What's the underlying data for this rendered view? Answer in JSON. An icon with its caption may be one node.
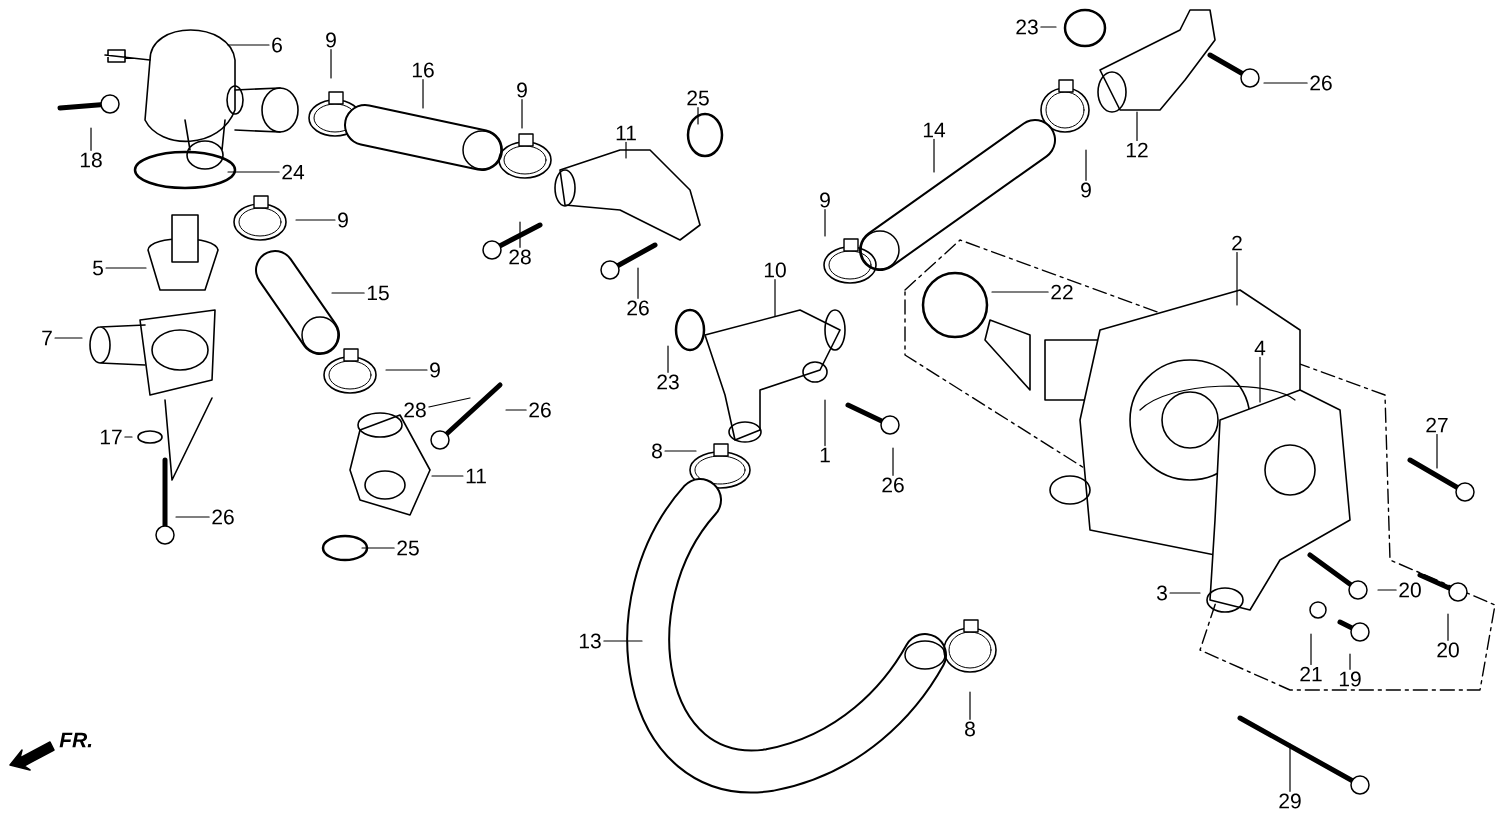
{
  "diagram": {
    "nodes": [
      {
        "text": [
          "6"
        ]
      },
      {
        "text": [
          "9"
        ]
      },
      {
        "text": [
          "16"
        ]
      },
      {
        "text": [
          "9"
        ]
      },
      {
        "text": [
          "11"
        ]
      },
      {
        "text": [
          "25"
        ]
      },
      {
        "text": [
          "23"
        ]
      },
      {
        "text": [
          "26"
        ]
      },
      {
        "text": [
          "12"
        ]
      },
      {
        "text": [
          "14"
        ]
      },
      {
        "text": [
          "9"
        ]
      },
      {
        "text": [
          "18"
        ]
      },
      {
        "text": [
          "24"
        ]
      },
      {
        "text": [
          "9"
        ]
      },
      {
        "text": [
          "5"
        ]
      },
      {
        "text": [
          "28"
        ]
      },
      {
        "text": [
          "26"
        ]
      },
      {
        "text": [
          "9"
        ]
      },
      {
        "text": [
          "2"
        ]
      },
      {
        "text": [
          "22"
        ]
      },
      {
        "text": [
          "15"
        ]
      },
      {
        "text": [
          "10"
        ]
      },
      {
        "text": [
          "4"
        ]
      },
      {
        "text": [
          "7"
        ]
      },
      {
        "text": [
          "23"
        ]
      },
      {
        "text": [
          "9"
        ]
      },
      {
        "text": [
          "28"
        ]
      },
      {
        "text": [
          "26"
        ]
      },
      {
        "text": [
          "1"
        ]
      },
      {
        "text": [
          "27"
        ]
      },
      {
        "text": [
          "17"
        ]
      },
      {
        "text": [
          "8"
        ]
      },
      {
        "text": [
          "26"
        ]
      },
      {
        "text": [
          "11"
        ]
      },
      {
        "text": [
          "26"
        ]
      },
      {
        "text": [
          "25"
        ]
      },
      {
        "text": [
          "3"
        ]
      },
      {
        "text": [
          "20"
        ]
      },
      {
        "text": [
          "20"
        ]
      },
      {
        "text": [
          "13"
        ]
      },
      {
        "text": [
          "21"
        ]
      },
      {
        "text": [
          "19"
        ]
      },
      {
        "text": [
          "8"
        ]
      },
      {
        "text": [
          "29"
        ]
      }
    ],
    "edges": [
      {
        "from": 0,
        "to": null,
        "arrow": "none"
      },
      {
        "from": 1,
        "to": null,
        "arrow": "none"
      },
      {
        "from": 2,
        "to": null,
        "arrow": "none"
      },
      {
        "from": 3,
        "to": null,
        "arrow": "none"
      },
      {
        "from": 4,
        "to": null,
        "arrow": "none"
      },
      {
        "from": 5,
        "to": null,
        "arrow": "none"
      },
      {
        "from": 6,
        "to": null,
        "arrow": "none"
      },
      {
        "from": 7,
        "to": null,
        "arrow": "none"
      },
      {
        "from": 8,
        "to": null,
        "arrow": "none"
      },
      {
        "from": 9,
        "to": null,
        "arrow": "none"
      },
      {
        "from": 10,
        "to": null,
        "arrow": "none"
      },
      {
        "from": 11,
        "to": null,
        "arrow": "none"
      },
      {
        "from": 12,
        "to": null,
        "arrow": "none"
      },
      {
        "from": 13,
        "to": null,
        "arrow": "none"
      },
      {
        "from": 14,
        "to": null,
        "arrow": "none"
      },
      {
        "from": 15,
        "to": null,
        "arrow": "none"
      },
      {
        "from": 16,
        "to": null,
        "arrow": "none"
      },
      {
        "from": 17,
        "to": null,
        "arrow": "none"
      },
      {
        "from": 18,
        "to": null,
        "arrow": "none"
      },
      {
        "from": 19,
        "to": null,
        "arrow": "none"
      },
      {
        "from": 20,
        "to": null,
        "arrow": "none"
      },
      {
        "from": 21,
        "to": null,
        "arrow": "none"
      },
      {
        "from": 22,
        "to": null,
        "arrow": "none"
      },
      {
        "from": 23,
        "to": null,
        "arrow": "none"
      },
      {
        "from": 24,
        "to": null,
        "arrow": "none"
      },
      {
        "from": 25,
        "to": null,
        "arrow": "none"
      },
      {
        "from": 26,
        "to": null,
        "arrow": "none"
      },
      {
        "from": 27,
        "to": null,
        "arrow": "none"
      },
      {
        "from": 28,
        "to": null,
        "arrow": "none"
      },
      {
        "from": 29,
        "to": null,
        "arrow": "none"
      },
      {
        "from": 30,
        "to": null,
        "arrow": "none"
      },
      {
        "from": 31,
        "to": null,
        "arrow": "none"
      },
      {
        "from": 32,
        "to": null,
        "arrow": "none"
      },
      {
        "from": 33,
        "to": null,
        "arrow": "none"
      },
      {
        "from": 34,
        "to": null,
        "arrow": "none"
      },
      {
        "from": 35,
        "to": null,
        "arrow": "none"
      },
      {
        "from": 36,
        "to": null,
        "arrow": "none"
      },
      {
        "from": 37,
        "to": null,
        "arrow": "none"
      },
      {
        "from": 38,
        "to": null,
        "arrow": "none"
      },
      {
        "from": 39,
        "to": null,
        "arrow": "none"
      },
      {
        "from": 40,
        "to": null,
        "arrow": "none"
      },
      {
        "from": 41,
        "to": null,
        "arrow": "none"
      },
      {
        "from": 42,
        "to": null,
        "arrow": "none"
      },
      {
        "from": 43,
        "to": null,
        "arrow": "none"
      }
    ],
    "labels": [
      "FR."
    ]
  }
}
